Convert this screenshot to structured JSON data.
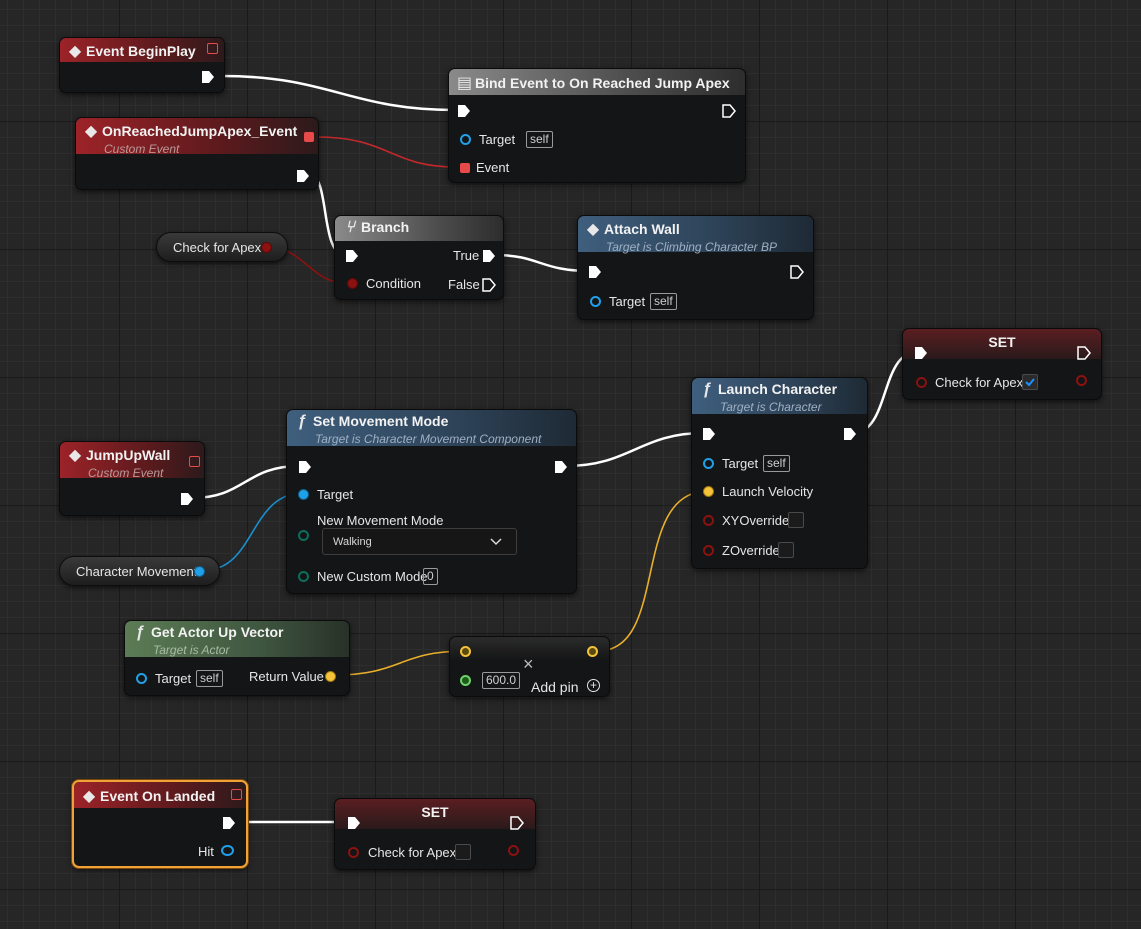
{
  "nodes": {
    "begin_play": {
      "title": "Event BeginPlay"
    },
    "bind_event": {
      "title": "Bind Event to On Reached Jump Apex",
      "target_label": "Target",
      "target_value": "self",
      "event_label": "Event"
    },
    "apex_event": {
      "title": "OnReachedJumpApex_Event",
      "subtitle": "Custom Event"
    },
    "check_apex_getter": {
      "label": "Check for Apex"
    },
    "branch": {
      "title": "Branch",
      "condition": "Condition",
      "true_label": "True",
      "false_label": "False"
    },
    "attach_wall": {
      "title": "Attach Wall",
      "subtitle": "Target is Climbing Character BP",
      "target_label": "Target",
      "target_value": "self"
    },
    "set_top": {
      "title": "SET",
      "var_label": "Check for Apex",
      "checked": true
    },
    "launch_character": {
      "title": "Launch Character",
      "subtitle": "Target is Character",
      "target_label": "Target",
      "target_value": "self",
      "velocity_label": "Launch Velocity",
      "xy_label": "XYOverride",
      "z_label": "ZOverride"
    },
    "jump_up_wall": {
      "title": "JumpUpWall",
      "subtitle": "Custom Event"
    },
    "set_movement_mode": {
      "title": "Set Movement Mode",
      "subtitle": "Target is Character Movement Component",
      "target_label": "Target",
      "mode_label": "New Movement Mode",
      "mode_value": "Walking",
      "custom_label": "New Custom Mode",
      "custom_value": "0"
    },
    "char_movement": {
      "label": "Character Movement"
    },
    "get_up_vector": {
      "title": "Get Actor Up Vector",
      "subtitle": "Target is Actor",
      "target_label": "Target",
      "target_value": "self",
      "return_label": "Return Value"
    },
    "multiply": {
      "value": "600.0",
      "add_pin": "Add pin"
    },
    "on_landed": {
      "title": "Event On Landed",
      "hit_label": "Hit"
    },
    "set_bottom": {
      "title": "SET",
      "var_label": "Check for Apex",
      "checked": false
    }
  },
  "colors": {
    "exec": "#ffffff",
    "boolean": "#8c1111",
    "object": "#20a0e8",
    "vector": "#f5c33a",
    "float": "#6ed36a",
    "delegate": "#e84a4a",
    "selection": "#f0a236"
  },
  "icons": {
    "event": "event-diamond-icon",
    "function": "function-f-icon",
    "branch": "branch-icon",
    "dropdown": "chevron-down-icon"
  }
}
